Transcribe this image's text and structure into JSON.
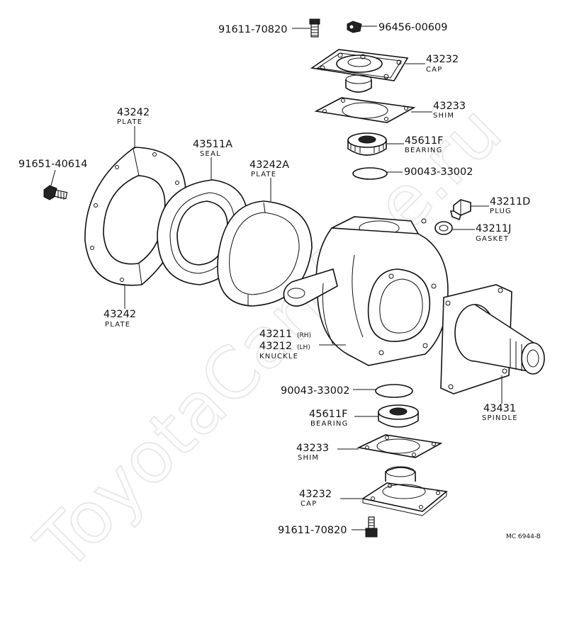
{
  "watermark": "ToyotaCarMine.ru",
  "diagram_code": "MC 6944-B",
  "labels": {
    "bolt_top": {
      "number": "91611-70820"
    },
    "nipple": {
      "number": "96456-00609"
    },
    "cap_top": {
      "number": "43232",
      "name": "CAP"
    },
    "shim_top": {
      "number": "43233",
      "name": "SHIM"
    },
    "bearing_top": {
      "number": "45611F",
      "name": "BEARING"
    },
    "disc_top": {
      "number": "90043-33002"
    },
    "plug": {
      "number": "43211D",
      "name": "PLUG"
    },
    "gasket": {
      "number": "43211J",
      "name": "GASKET"
    },
    "plate_outer_top": {
      "number": "43242",
      "name": "PLATE"
    },
    "seal": {
      "number": "43511A",
      "name": "SEAL"
    },
    "plate_inner": {
      "number": "43242A",
      "name": "PLATE"
    },
    "bolt_left": {
      "number": "91651-40614"
    },
    "plate_outer_bottom": {
      "number": "43242",
      "name": "PLATE"
    },
    "knuckle": {
      "number_rh": "43211",
      "suffix_rh": "(RH)",
      "number_lh": "43212",
      "suffix_lh": "(LH)",
      "name": "KNUCKLE"
    },
    "spindle": {
      "number": "43431",
      "name": "SPINDLE"
    },
    "disc_bottom": {
      "number": "90043-33002"
    },
    "bearing_bottom": {
      "number": "45611F",
      "name": "BEARING"
    },
    "shim_bottom": {
      "number": "43233",
      "name": "SHIM"
    },
    "cap_bottom": {
      "number": "43232",
      "name": "CAP"
    },
    "bolt_bottom": {
      "number": "91611-70820"
    }
  }
}
